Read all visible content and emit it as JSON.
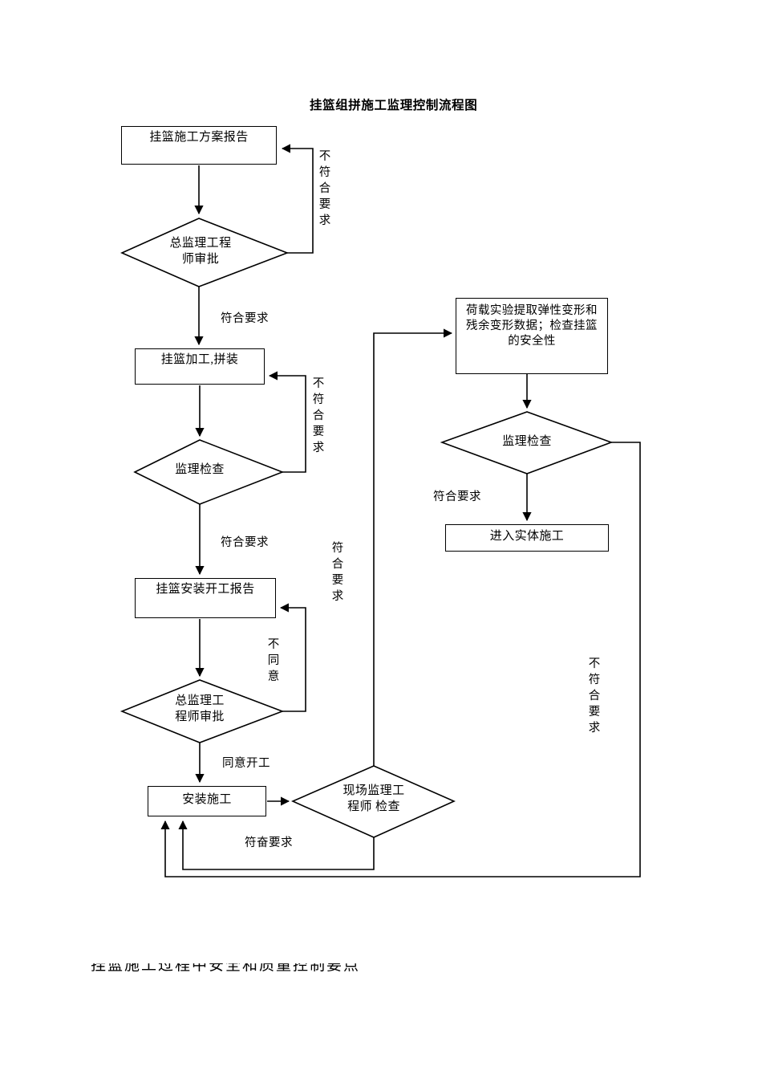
{
  "document": {
    "title": "挂篮组拼施工监理控制流程图",
    "footer_note": "挂篮施工过程中安全和质量控制要点"
  },
  "nodes": {
    "plan_report": "挂篮施工方案报告",
    "chief_approval_1": "总监理工程\n师审批",
    "fabrication": "挂篮加工,拼装",
    "supervision_check_1": "监理检查",
    "start_report": "挂篮安装开工报告",
    "chief_approval_2": "总监理工\n程师审批",
    "install_construction": "安装施工",
    "site_engineer_check": "现场监理工\n程师 检查",
    "load_test": "荷载实验提取弹性变形和\n残余变形数据；检查挂篮\n的安全性",
    "supervision_check_2": "监理检查",
    "enter_main_work": "进入实体施工"
  },
  "edge_labels": {
    "not_meet_1": "不\n符\n合\n要\n求",
    "meet_1": "符合要求",
    "not_meet_2": "不\n符\n合\n要\n求",
    "meet_2": "符合要求",
    "disagree": "不\n同\n意",
    "agree_start": "同意开工",
    "meet_site": "符奋要求",
    "meet_vertical": "符\n合\n要\n求",
    "not_meet_right": "不\n符\n合\n要\n求",
    "meet_right": "符合要求"
  },
  "colors": {
    "line": "#000000",
    "background": "#ffffff",
    "text": "#000000"
  }
}
